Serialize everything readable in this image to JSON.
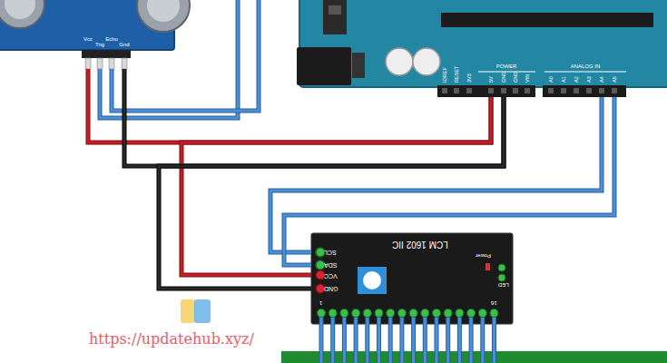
{
  "diagram": {
    "nodes": [
      {
        "text": [
          "Vcc",
          "Trig",
          "Echo",
          "Gnd"
        ]
      },
      {
        "text": [
          "IOREF",
          "RESET",
          "3V3",
          "5V",
          "GND",
          "GND",
          "VIN",
          "POWER",
          "ANALOG IN",
          "A0",
          "A1",
          "A2",
          "A3",
          "A4",
          "A5"
        ]
      },
      {
        "text": [
          "LCM 1602 IIC",
          "SCL",
          "SDA",
          "VCC",
          "GND",
          "Power",
          "LED",
          "1",
          "16"
        ]
      }
    ],
    "edges": [
      {
        "from": 0,
        "to": 1,
        "arrow": "none"
      },
      {
        "from": 0,
        "to": 1,
        "arrow": "none"
      },
      {
        "from": 2,
        "to": 1,
        "arrow": "none"
      },
      {
        "from": 2,
        "to": 1,
        "arrow": "none"
      },
      {
        "from": 2,
        "to": 1,
        "arrow": "none"
      },
      {
        "from": 2,
        "to": 1,
        "arrow": "none"
      }
    ],
    "labels": [
      "https://updatehub.xyz/"
    ]
  }
}
